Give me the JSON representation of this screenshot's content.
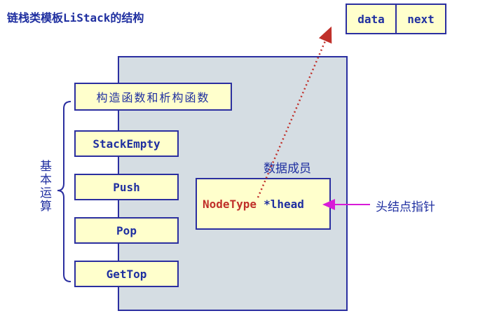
{
  "title": "链栈类模板LiStack的结构",
  "node": {
    "data_label": "data",
    "next_label": "next"
  },
  "class_members": {
    "constructor_label": "构造函数和析构函数",
    "operations": [
      "StackEmpty",
      "Push",
      "Pop",
      "GetTop"
    ]
  },
  "basic_ops_label": "基本运算",
  "data_members_label": "数据成员",
  "member": {
    "type": "NodeType",
    "name": "*lhead"
  },
  "pointer_label": "头结点指针",
  "colors": {
    "text_blue": "#1f2fa0",
    "type_red": "#c0302a",
    "box_fill": "#ffffcc",
    "class_fill": "#d5dde3",
    "pointer_arrow": "#d81bd8",
    "dotted_arrow": "#c0302a"
  }
}
